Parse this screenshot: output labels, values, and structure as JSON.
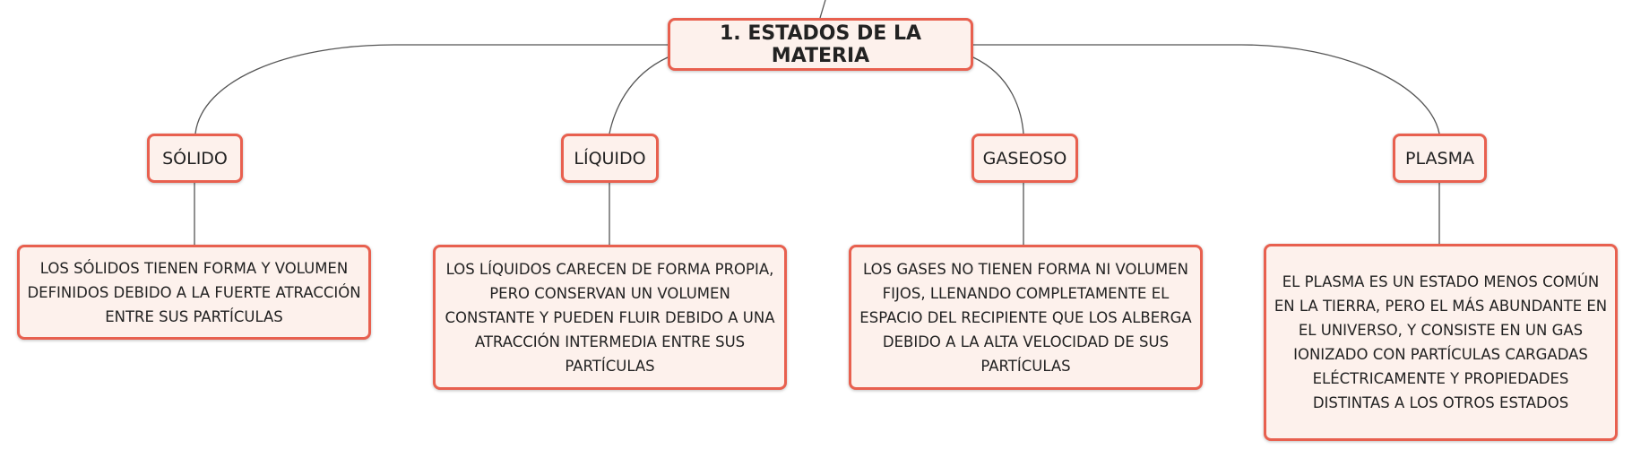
{
  "colors": {
    "node_border": "#e8604f",
    "node_fill": "#fdf1ec",
    "connector": "#555555",
    "text": "#222222"
  },
  "root": {
    "label": "1. ESTADOS DE LA MATERIA"
  },
  "states": [
    {
      "label": "SÓLIDO",
      "description": "LOS SÓLIDOS TIENEN FORMA Y VOLUMEN DEFINIDOS DEBIDO A LA FUERTE ATRACCIÓN ENTRE SUS PARTÍCULAS"
    },
    {
      "label": "LÍQUIDO",
      "description": "LOS LÍQUIDOS CARECEN DE FORMA PROPIA, PERO CONSERVAN UN VOLUMEN CONSTANTE Y PUEDEN FLUIR DEBIDO A UNA ATRACCIÓN INTERMEDIA ENTRE SUS PARTÍCULAS"
    },
    {
      "label": "GASEOSO",
      "description": "LOS GASES NO TIENEN FORMA NI VOLUMEN FIJOS, LLENANDO COMPLETAMENTE EL ESPACIO DEL RECIPIENTE QUE LOS ALBERGA DEBIDO A LA ALTA VELOCIDAD DE SUS PARTÍCULAS"
    },
    {
      "label": "PLASMA",
      "description": "EL PLASMA ES UN ESTADO MENOS COMÚN EN LA TIERRA, PERO EL MÁS ABUNDANTE EN EL UNIVERSO, Y CONSISTE EN UN GAS IONIZADO CON PARTÍCULAS CARGADAS ELÉCTRICAMENTE Y PROPIEDADES DISTINTAS A LOS OTROS ESTADOS"
    }
  ]
}
